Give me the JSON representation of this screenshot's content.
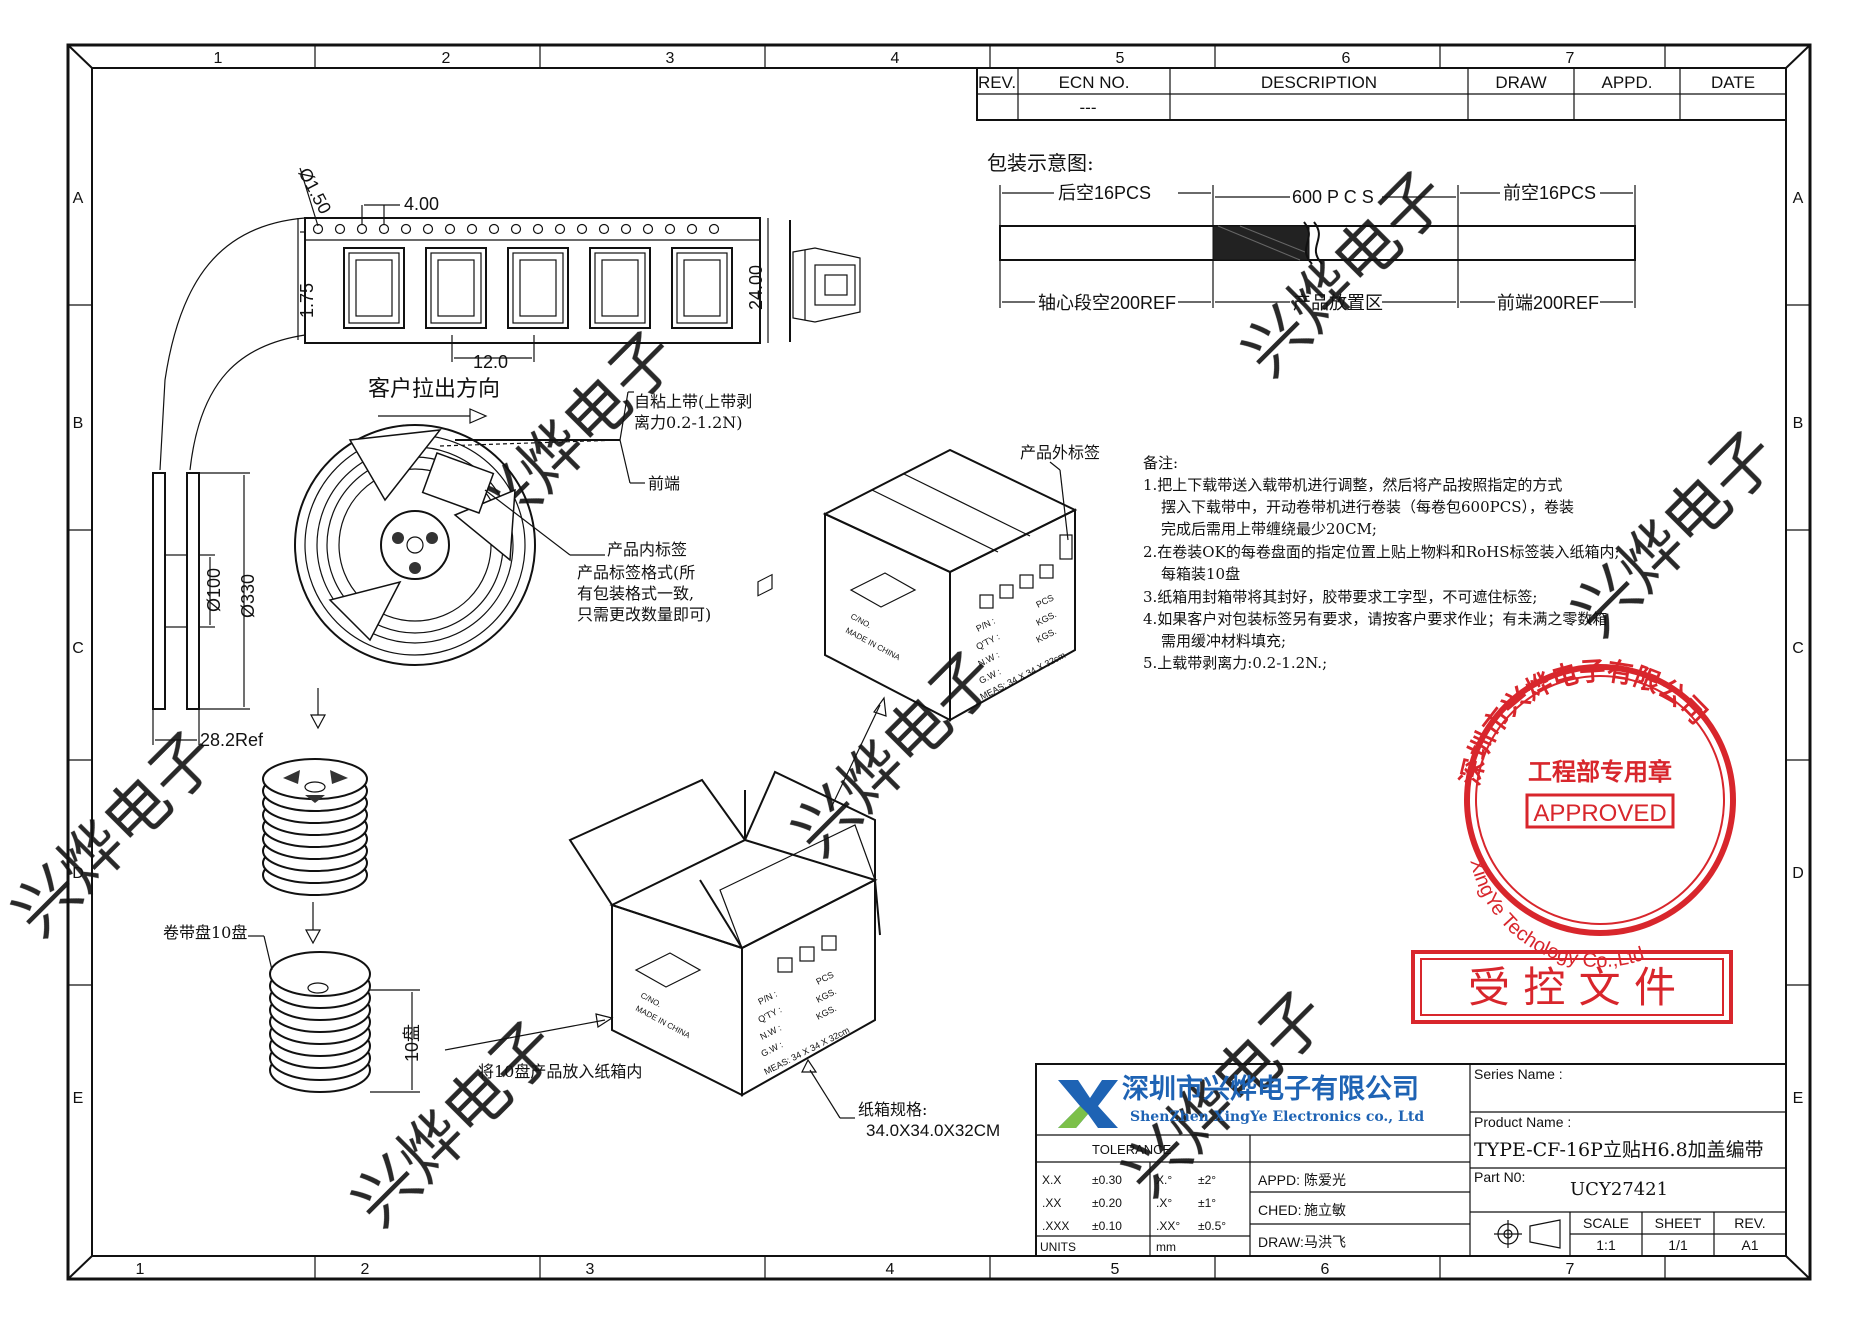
{
  "border": {
    "top_cols": [
      "1",
      "2",
      "3",
      "4",
      "5",
      "6",
      "7"
    ],
    "bottom_cols": [
      "1",
      "2",
      "3",
      "4",
      "5",
      "6",
      "7"
    ],
    "left_rows": [
      "A",
      "B",
      "C",
      "D",
      "E"
    ],
    "right_rows": [
      "A",
      "B",
      "C",
      "D",
      "E"
    ]
  },
  "revision_table": {
    "headers": [
      "REV.",
      "ECN NO.",
      "DESCRIPTION",
      "DRAW",
      "APPD.",
      "DATE"
    ],
    "row": [
      "",
      "---",
      "",
      "",
      "",
      ""
    ]
  },
  "packaging_diagram": {
    "title": "包装示意图:",
    "tail_empty": "后空16PCS",
    "product_count": "600 P C S",
    "front_empty": "前空16PCS",
    "core_empty": "轴心段空200REF",
    "product_zone": "产品放置区",
    "front_end": "前端200REF"
  },
  "tape": {
    "hole_dia": "Ø1.50",
    "pitch_hole": "4.00",
    "edge_dist": "1.75",
    "pitch_pocket": "12.0",
    "width": "24.00"
  },
  "reel": {
    "pull_direction": "客户拉出方向",
    "cover_tape": "自粘上带(上带剥",
    "cover_tape_2": "离力0.2-1.2N)",
    "front": "前端",
    "inner_label": "产品内标签",
    "inner_label_note_1": "产品标签格式(所",
    "inner_label_note_2": "有包装格式一致,",
    "inner_label_note_3": "只需更改数量即可)",
    "hub_dia": "Ø100",
    "reel_dia": "Ø330",
    "thickness": "28.2Ref",
    "stack_label": "卷带盘10盘",
    "stack_count": "10盘"
  },
  "carton": {
    "outer_label": "产品外标签",
    "put_in": "将10盘产品放入纸箱内",
    "spec_title": "纸箱规格:",
    "spec": "34.0X34.0X32CM",
    "box_text": [
      "C/NO.",
      "MADE IN CHINA"
    ],
    "box_fields": [
      "P/N :",
      "Q'TY :",
      "N.W :",
      "G.W :",
      "MEAS: 34 X 34 X 32cm"
    ],
    "box_units": [
      "PCS",
      "KGS.",
      "KGS."
    ]
  },
  "notes": {
    "title": "备注:",
    "lines": [
      "1.把上下载带送入载带机进行调整，然后将产品按照指定的方式",
      "摆入下载带中，开动卷带机进行卷装（每卷包600PCS），卷装",
      "完成后需用上带缠绕最少20CM;",
      "2.在卷装OK的每卷盘面的指定位置上贴上物料和RoHS标签装入纸箱内;",
      "每箱装10盘",
      "3.纸箱用封箱带将其封好，胶带要求工字型，不可遮住标签;",
      "4.如果客户对包装标签另有要求，请按客户要求作业；有未满之零数箱",
      "需用缓冲材料填充;",
      "5.上载带剥离力:0.2-1.2N.;"
    ]
  },
  "stamp": {
    "ring_text": "深圳市兴烨电子有限公司",
    "ring_text_en": "XingYe Techology Co.,Ltd",
    "center_text": "工程部专用章",
    "approved": "APPROVED"
  },
  "controlled": "受 控 文 件",
  "title_block": {
    "company_cn": "深圳市兴烨电子有限公司",
    "company_en": "ShenZhen XingYe Electronics co., Ltd",
    "series_label": "Series Name :",
    "product_label": "Product Name :",
    "product_name": "TYPE-CF-16P立贴H6.8加盖编带",
    "part_label": "Part N0:",
    "part_no": "UCY27421",
    "tolerance": "TOLERANCE",
    "tol_rows": [
      [
        "X.X",
        "±0.30",
        "X.°",
        "±2°"
      ],
      [
        ".XX",
        "±0.20",
        ".X°",
        "±1°"
      ],
      [
        ".XXX",
        "±0.10",
        ".XX°",
        "±0.5°"
      ]
    ],
    "units_label": "UNITS",
    "units_value": "mm",
    "appd_label": "APPD:",
    "appd_name": "陈爱光",
    "ched_label": "CHED:",
    "ched_name": "施立敏",
    "draw_label": "DRAW:",
    "draw_name": "马洪飞",
    "scale_label": "SCALE",
    "scale_value": "1:1",
    "sheet_label": "SHEET",
    "sheet_value": "1/1",
    "rev_label": "REV.",
    "rev_value": "A1"
  },
  "watermark": "兴烨电子",
  "colors": {
    "stamp_red": "#d8262c",
    "logo_blue": "#1e63b4",
    "logo_green": "#7cc04a"
  }
}
